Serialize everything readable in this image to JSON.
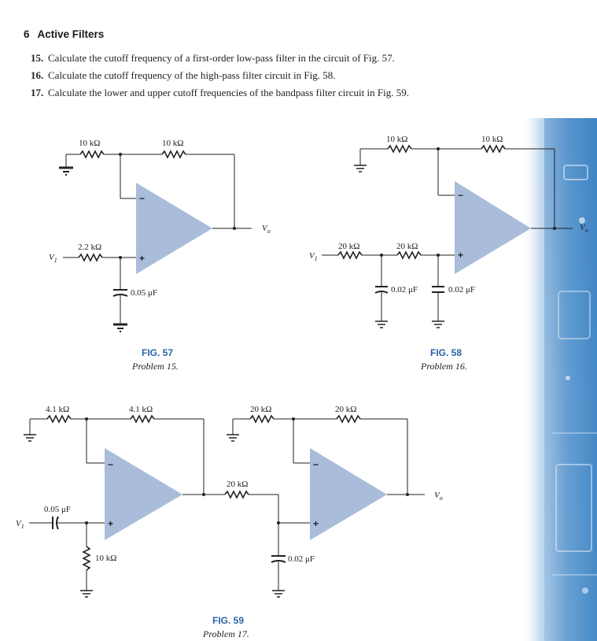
{
  "section": {
    "number": "6",
    "title": "Active Filters"
  },
  "problems": [
    {
      "number": "15.",
      "text": "Calculate the cutoff frequency of a first-order low-pass filter in the circuit of Fig. 57."
    },
    {
      "number": "16.",
      "text": "Calculate the cutoff frequency of the high-pass filter circuit in Fig. 58."
    },
    {
      "number": "17.",
      "text": "Calculate the lower and upper cutoff frequencies of the bandpass filter circuit in Fig. 59."
    }
  ],
  "fig57": {
    "r_top_left": "10 kΩ",
    "r_top_right": "10 kΩ",
    "r_in": "2.2 kΩ",
    "cap": "0.05 μF",
    "input": "V",
    "input_sub": "1",
    "output": "V",
    "output_sub": "o",
    "minus": "−",
    "plus": "+",
    "caption": "FIG. 57",
    "subcaption": "Problem 15."
  },
  "fig58": {
    "r_top_left": "10 kΩ",
    "r_top_right": "10 kΩ",
    "r_in1": "20 kΩ",
    "r_in2": "20 kΩ",
    "cap1": "0.02 μF",
    "cap2": "0.02 μF",
    "input": "V",
    "input_sub": "1",
    "output": "V",
    "output_sub": "o",
    "minus": "−",
    "plus": "+",
    "caption": "FIG. 58",
    "subcaption": "Problem 16."
  },
  "fig59": {
    "r1": "4.1 kΩ",
    "r2": "4.1 kΩ",
    "r3": "20 kΩ",
    "r4": "20 kΩ",
    "r5": "20 kΩ",
    "r_shunt": "10 kΩ",
    "c_in": "0.05 μF",
    "c_shunt": "0.02 μF",
    "input": "V",
    "input_sub": "1",
    "output": "V",
    "output_sub": "o",
    "minus1": "−",
    "plus1": "+",
    "minus2": "−",
    "plus2": "+",
    "caption": "FIG. 59",
    "subcaption": "Problem 17."
  },
  "colors": {
    "opamp": "#a9bddb",
    "caption": "#2a62a6",
    "panel": "#3f86c4"
  }
}
